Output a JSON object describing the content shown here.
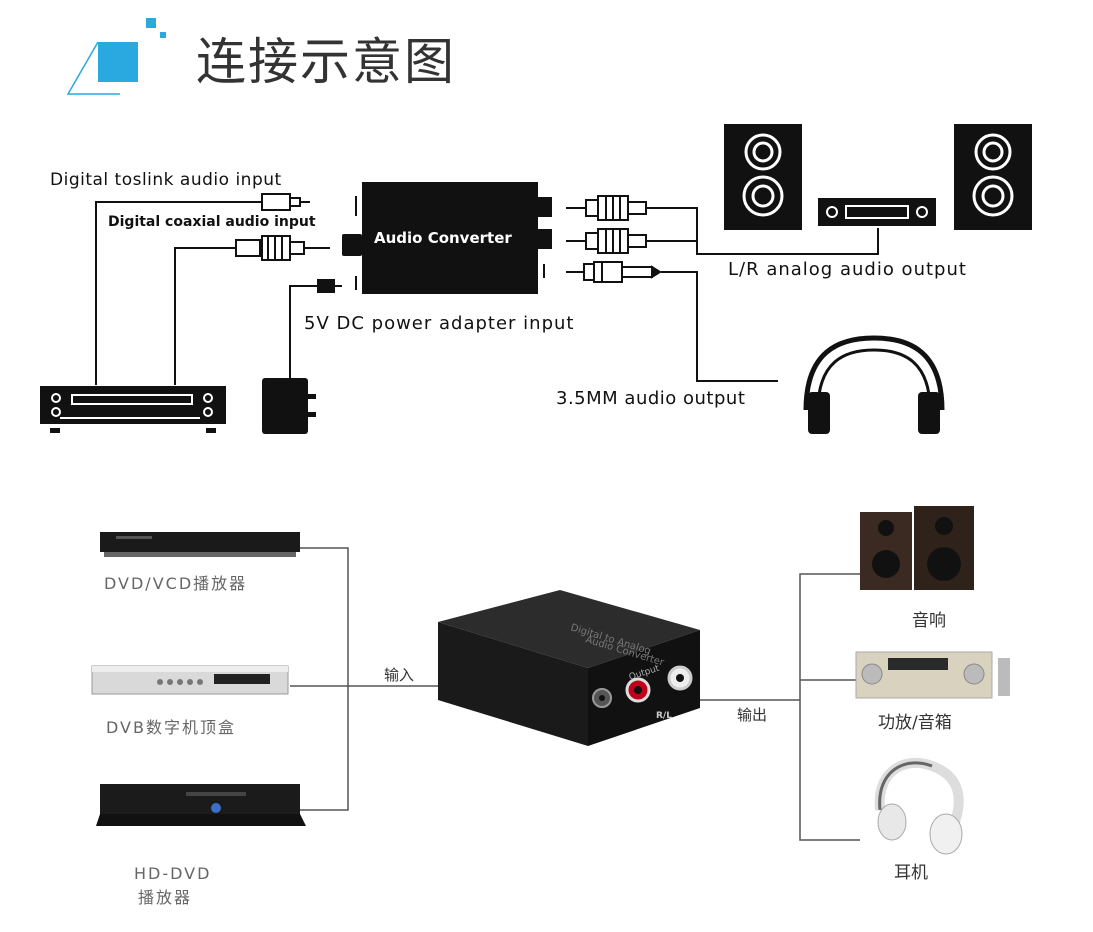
{
  "header": {
    "title": "连接示意图",
    "accent_color": "#2aa8e0"
  },
  "top_diagram": {
    "toslink_label": "Digital  toslink audio input",
    "coaxial_label": "Digital  coaxial audio input",
    "converter_label": "Audio Converter",
    "power_label": "5V DC power adapter input",
    "analog_label": "L/R analog audio output",
    "headphone_label": "3.5MM audio output"
  },
  "bottom_diagram": {
    "sources": [
      {
        "label": "DVD/VCD播放器"
      },
      {
        "label": "DVB数字机顶盒"
      },
      {
        "label": "HD-DVD",
        "label2": "播放器"
      }
    ],
    "input_label": "输入",
    "output_label": "输出",
    "outputs": [
      {
        "label": "音响"
      },
      {
        "label": "功放/音箱"
      },
      {
        "label": "耳机"
      }
    ],
    "box_text": {
      "line1": "Digital to Analog",
      "line2": "Audio Converter",
      "output": "Output",
      "rl": "R/L"
    }
  }
}
